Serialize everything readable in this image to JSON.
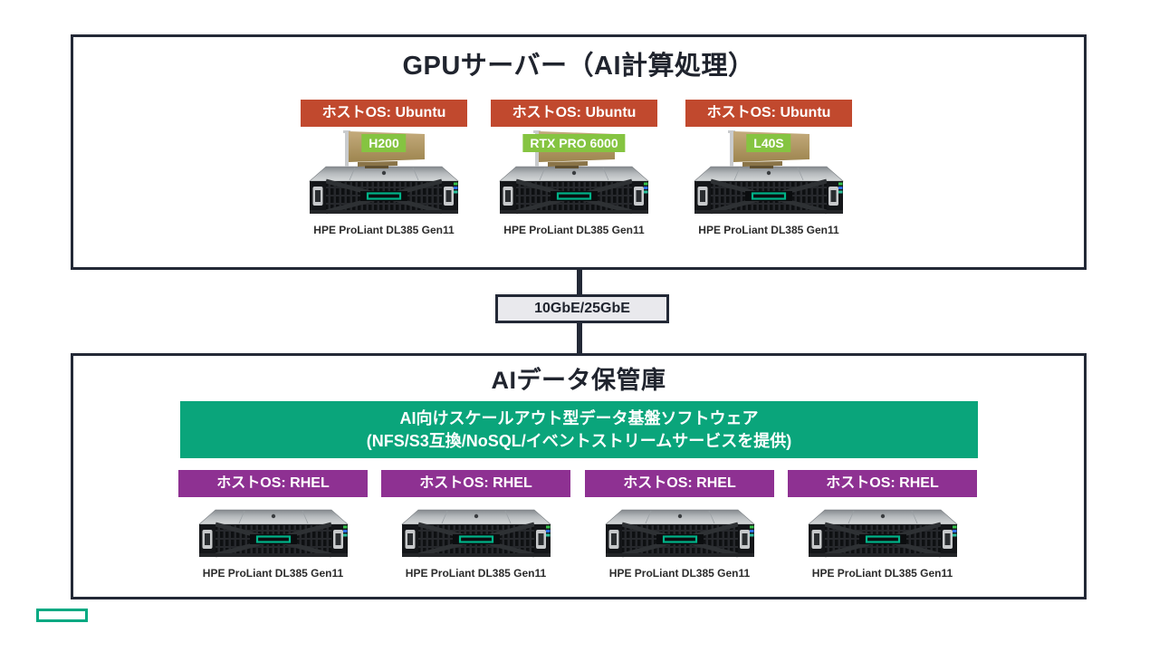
{
  "gpu_section": {
    "title": "GPUサーバー（AI計算処理）",
    "servers": [
      {
        "os_label": "ホストOS: Ubuntu",
        "gpu": "H200",
        "model": "HPE ProLiant DL385 Gen11"
      },
      {
        "os_label": "ホストOS: Ubuntu",
        "gpu": "RTX PRO 6000",
        "model": "HPE ProLiant DL385 Gen11"
      },
      {
        "os_label": "ホストOS: Ubuntu",
        "gpu": "L40S",
        "model": "HPE ProLiant DL385 Gen11"
      }
    ],
    "colors": {
      "os_label_bg": "#C1492E",
      "gpu_label_bg": "#85C441"
    }
  },
  "connector": {
    "label": "10GbE/25GbE"
  },
  "storage_section": {
    "title": "AIデータ保管庫",
    "banner": {
      "line1": "AI向けスケールアウト型データ基盤ソフトウェア",
      "line2": "(NFS/S3互換/NoSQL/イベントストリームサービスを提供)",
      "bg": "#0AA57B"
    },
    "servers": [
      {
        "os_label": "ホストOS: RHEL",
        "model": "HPE ProLiant DL385 Gen11"
      },
      {
        "os_label": "ホストOS: RHEL",
        "model": "HPE ProLiant DL385 Gen11"
      },
      {
        "os_label": "ホストOS: RHEL",
        "model": "HPE ProLiant DL385 Gen11"
      },
      {
        "os_label": "ホストOS: RHEL",
        "model": "HPE ProLiant DL385 Gen11"
      }
    ],
    "colors": {
      "os_label_bg": "#8E3192"
    }
  },
  "branding": {
    "logo_icon": "hpe-element-logo",
    "brand_green": "#01A982"
  },
  "graphics": {
    "server_image": "hpe-proliant-2u-rack-server",
    "gpu_card_image": "nvidia-gpu-accelerator-card"
  }
}
